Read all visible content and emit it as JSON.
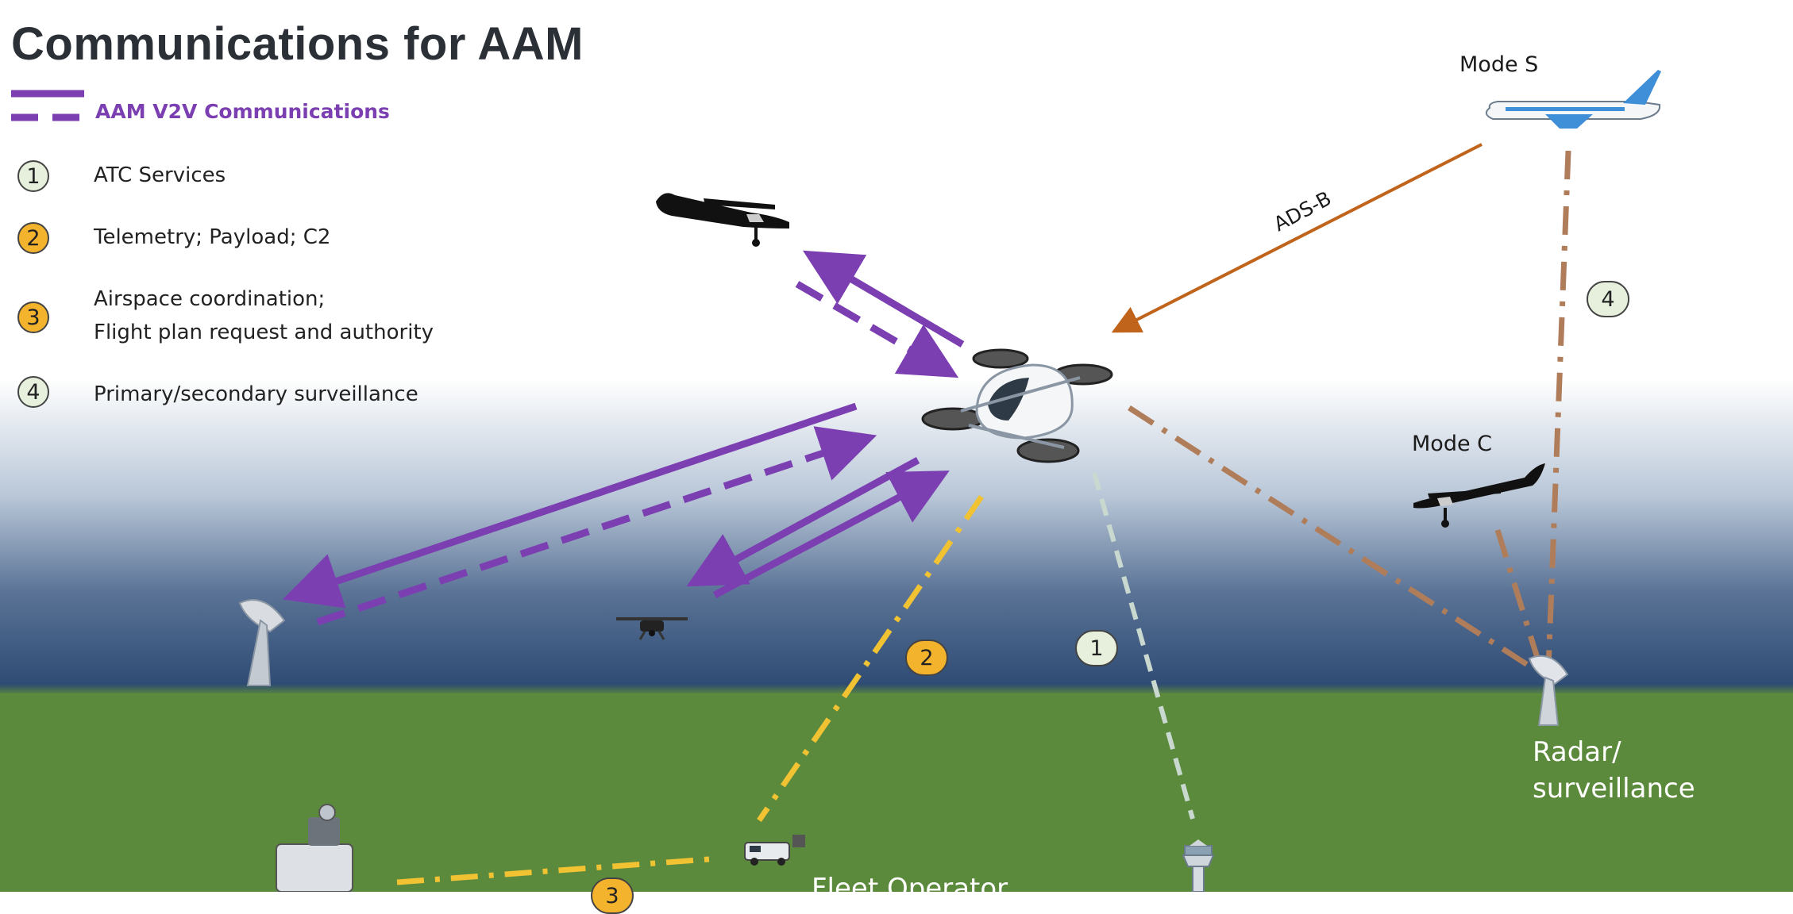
{
  "title": "Communications for AAM",
  "legend": {
    "v2v_label": "AAM V2V Communications",
    "items": [
      {
        "num": "1",
        "text": "ATC Services",
        "color": "#e6f0dc"
      },
      {
        "num": "2",
        "text": "Telemetry; Payload; C2",
        "color": "#f3b32c"
      },
      {
        "num": "3",
        "text_line1": "Airspace coordination;",
        "text_line2": "Flight plan request and authority",
        "color": "#f3b32c"
      },
      {
        "num": "4",
        "text": "Primary/secondary surveillance",
        "color": "#e6f0dc"
      }
    ]
  },
  "labels": {
    "mode_s": "Mode S",
    "mode_c": "Mode C",
    "ads_b": "ADS-B",
    "radar_line1": "Radar/",
    "radar_line2": "surveillance",
    "fleet_operator": "Fleet Operator"
  },
  "diagram_badges": {
    "atc": "1",
    "telemetry": "2",
    "airspace": "3",
    "surveillance": "4"
  },
  "colors": {
    "v2v": "#7b3fb1",
    "atc_link": "#c9d9cf",
    "telemetry_link": "#f1c232",
    "surveillance_link": "#b07d5a",
    "adsb_link": "#c0641c",
    "sky_top": "#ffffff",
    "sky_bottom": "#2f4d78",
    "ground": "#5c8a3c"
  }
}
